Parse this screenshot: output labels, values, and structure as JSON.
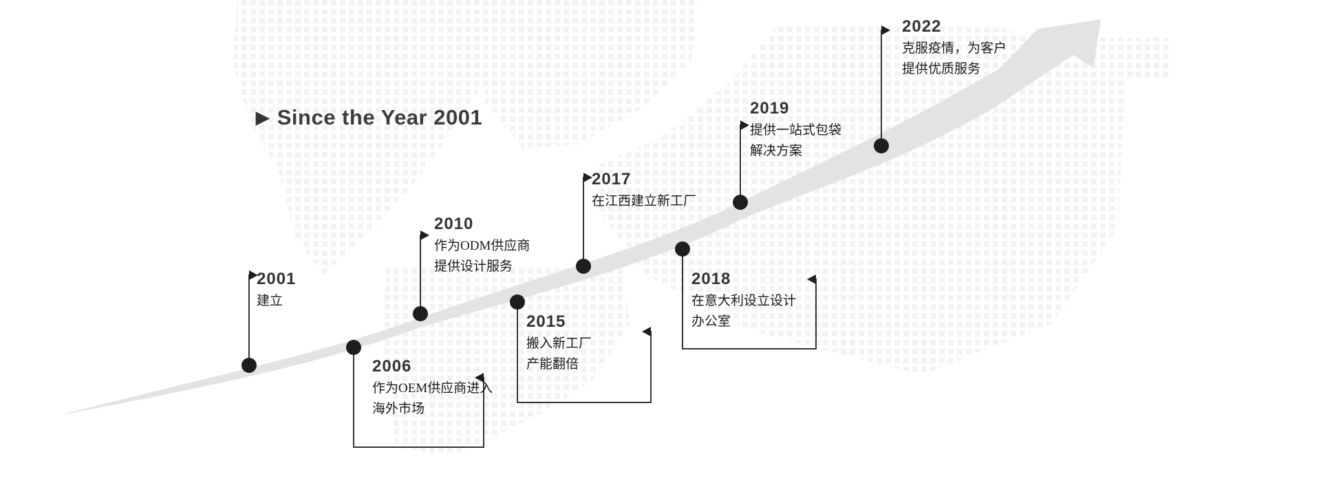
{
  "title": {
    "marker": "▶",
    "text": "Since the Year 2001"
  },
  "milestones": [
    {
      "year": "2001",
      "desc": "建立",
      "side": "above"
    },
    {
      "year": "2006",
      "desc": "作为OEM供应商进入\n海外市场",
      "side": "below"
    },
    {
      "year": "2010",
      "desc": "作为ODM供应商\n提供设计服务",
      "side": "above"
    },
    {
      "year": "2015",
      "desc": "搬入新工厂\n产能翻倍",
      "side": "below"
    },
    {
      "year": "2017",
      "desc": "在江西建立新工厂",
      "side": "above"
    },
    {
      "year": "2018",
      "desc": "在意大利设立设计\n办公室",
      "side": "below"
    },
    {
      "year": "2019",
      "desc": "提供一站式包袋\n解决方案",
      "side": "above"
    },
    {
      "year": "2022",
      "desc": "克服疫情，为客户\n提供优质服务",
      "side": "above"
    }
  ],
  "colors": {
    "arrow_swoosh": "#e3e3e3",
    "timeline_dot": "#1e1e1e",
    "connector_line": "#333333",
    "year_text": "#333333",
    "desc_text": "#1a1a1a",
    "map_dots": "#f3f3f3"
  }
}
